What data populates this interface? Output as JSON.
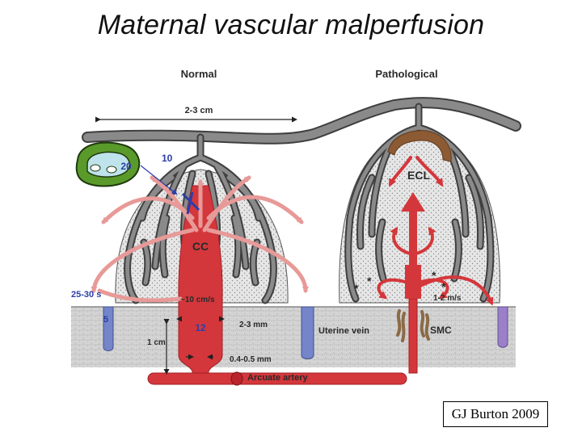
{
  "title": "Maternal vascular malperfusion",
  "credit": "GJ Burton 2009",
  "colors": {
    "villus_grey": "#8a8a8a",
    "villus_outline": "#3e3e3e",
    "space_fill": "#d9d9d9",
    "artery_red": "#d4373b",
    "flow_arrow_pink": "#e79a98",
    "vein_blue": "#7486c9",
    "vein_purple": "#9a80c9",
    "ecl_brown": "#8c5a33",
    "smc_brown": "#8b6a46",
    "vessel_green": "#5a9a2a",
    "vessel_blue": "#bfe3ea",
    "decidua_grey": "#cfcfcf"
  },
  "figure": {
    "labels": {
      "normal": "Normal",
      "pathological": "Pathological",
      "width": "2-3 cm",
      "vessel_size_20": "20",
      "vessel_size_10": "10",
      "cc": "CC",
      "ecl": "ECL",
      "transit_time": "25-30 s",
      "velocity_normal": "~10 cm/s",
      "velocity_pathological": "1-2 m/s",
      "vein_diameter": "5",
      "artery_diameter": "12",
      "mouth_width": "2-3 mm",
      "depth": "1 cm",
      "narrow_width": "0.4-0.5 mm",
      "uterine_vein": "Uterine vein",
      "smc": "SMC",
      "arcuate_artery": "Arcuate artery",
      "asterisk": "*"
    }
  }
}
